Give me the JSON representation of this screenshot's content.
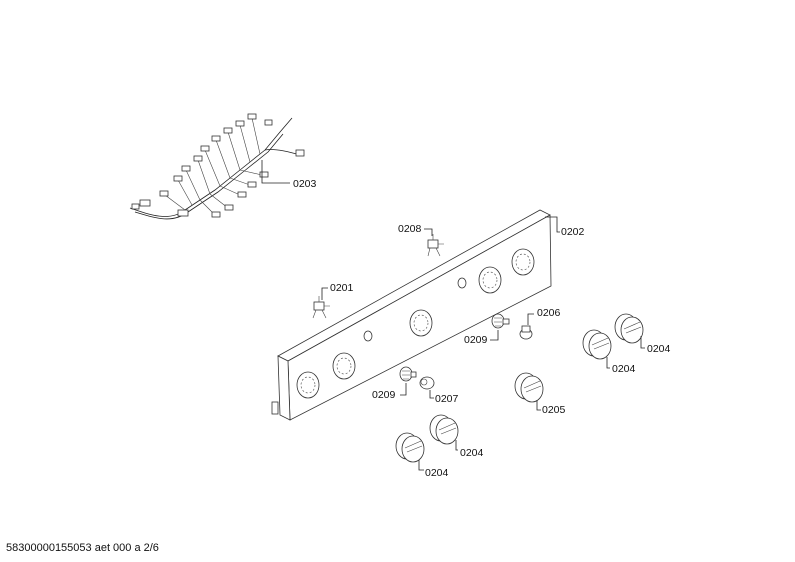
{
  "callouts": {
    "c0201": "0201",
    "c0202": "0202",
    "c0203": "0203",
    "c0204a": "0204",
    "c0204b": "0204",
    "c0204c": "0204",
    "c0204d": "0204",
    "c0205": "0205",
    "c0206": "0206",
    "c0207": "0207",
    "c0208": "0208",
    "c0209a": "0209",
    "c0209b": "0209"
  },
  "footer": "58300000155053 aet 000 a 2/6"
}
